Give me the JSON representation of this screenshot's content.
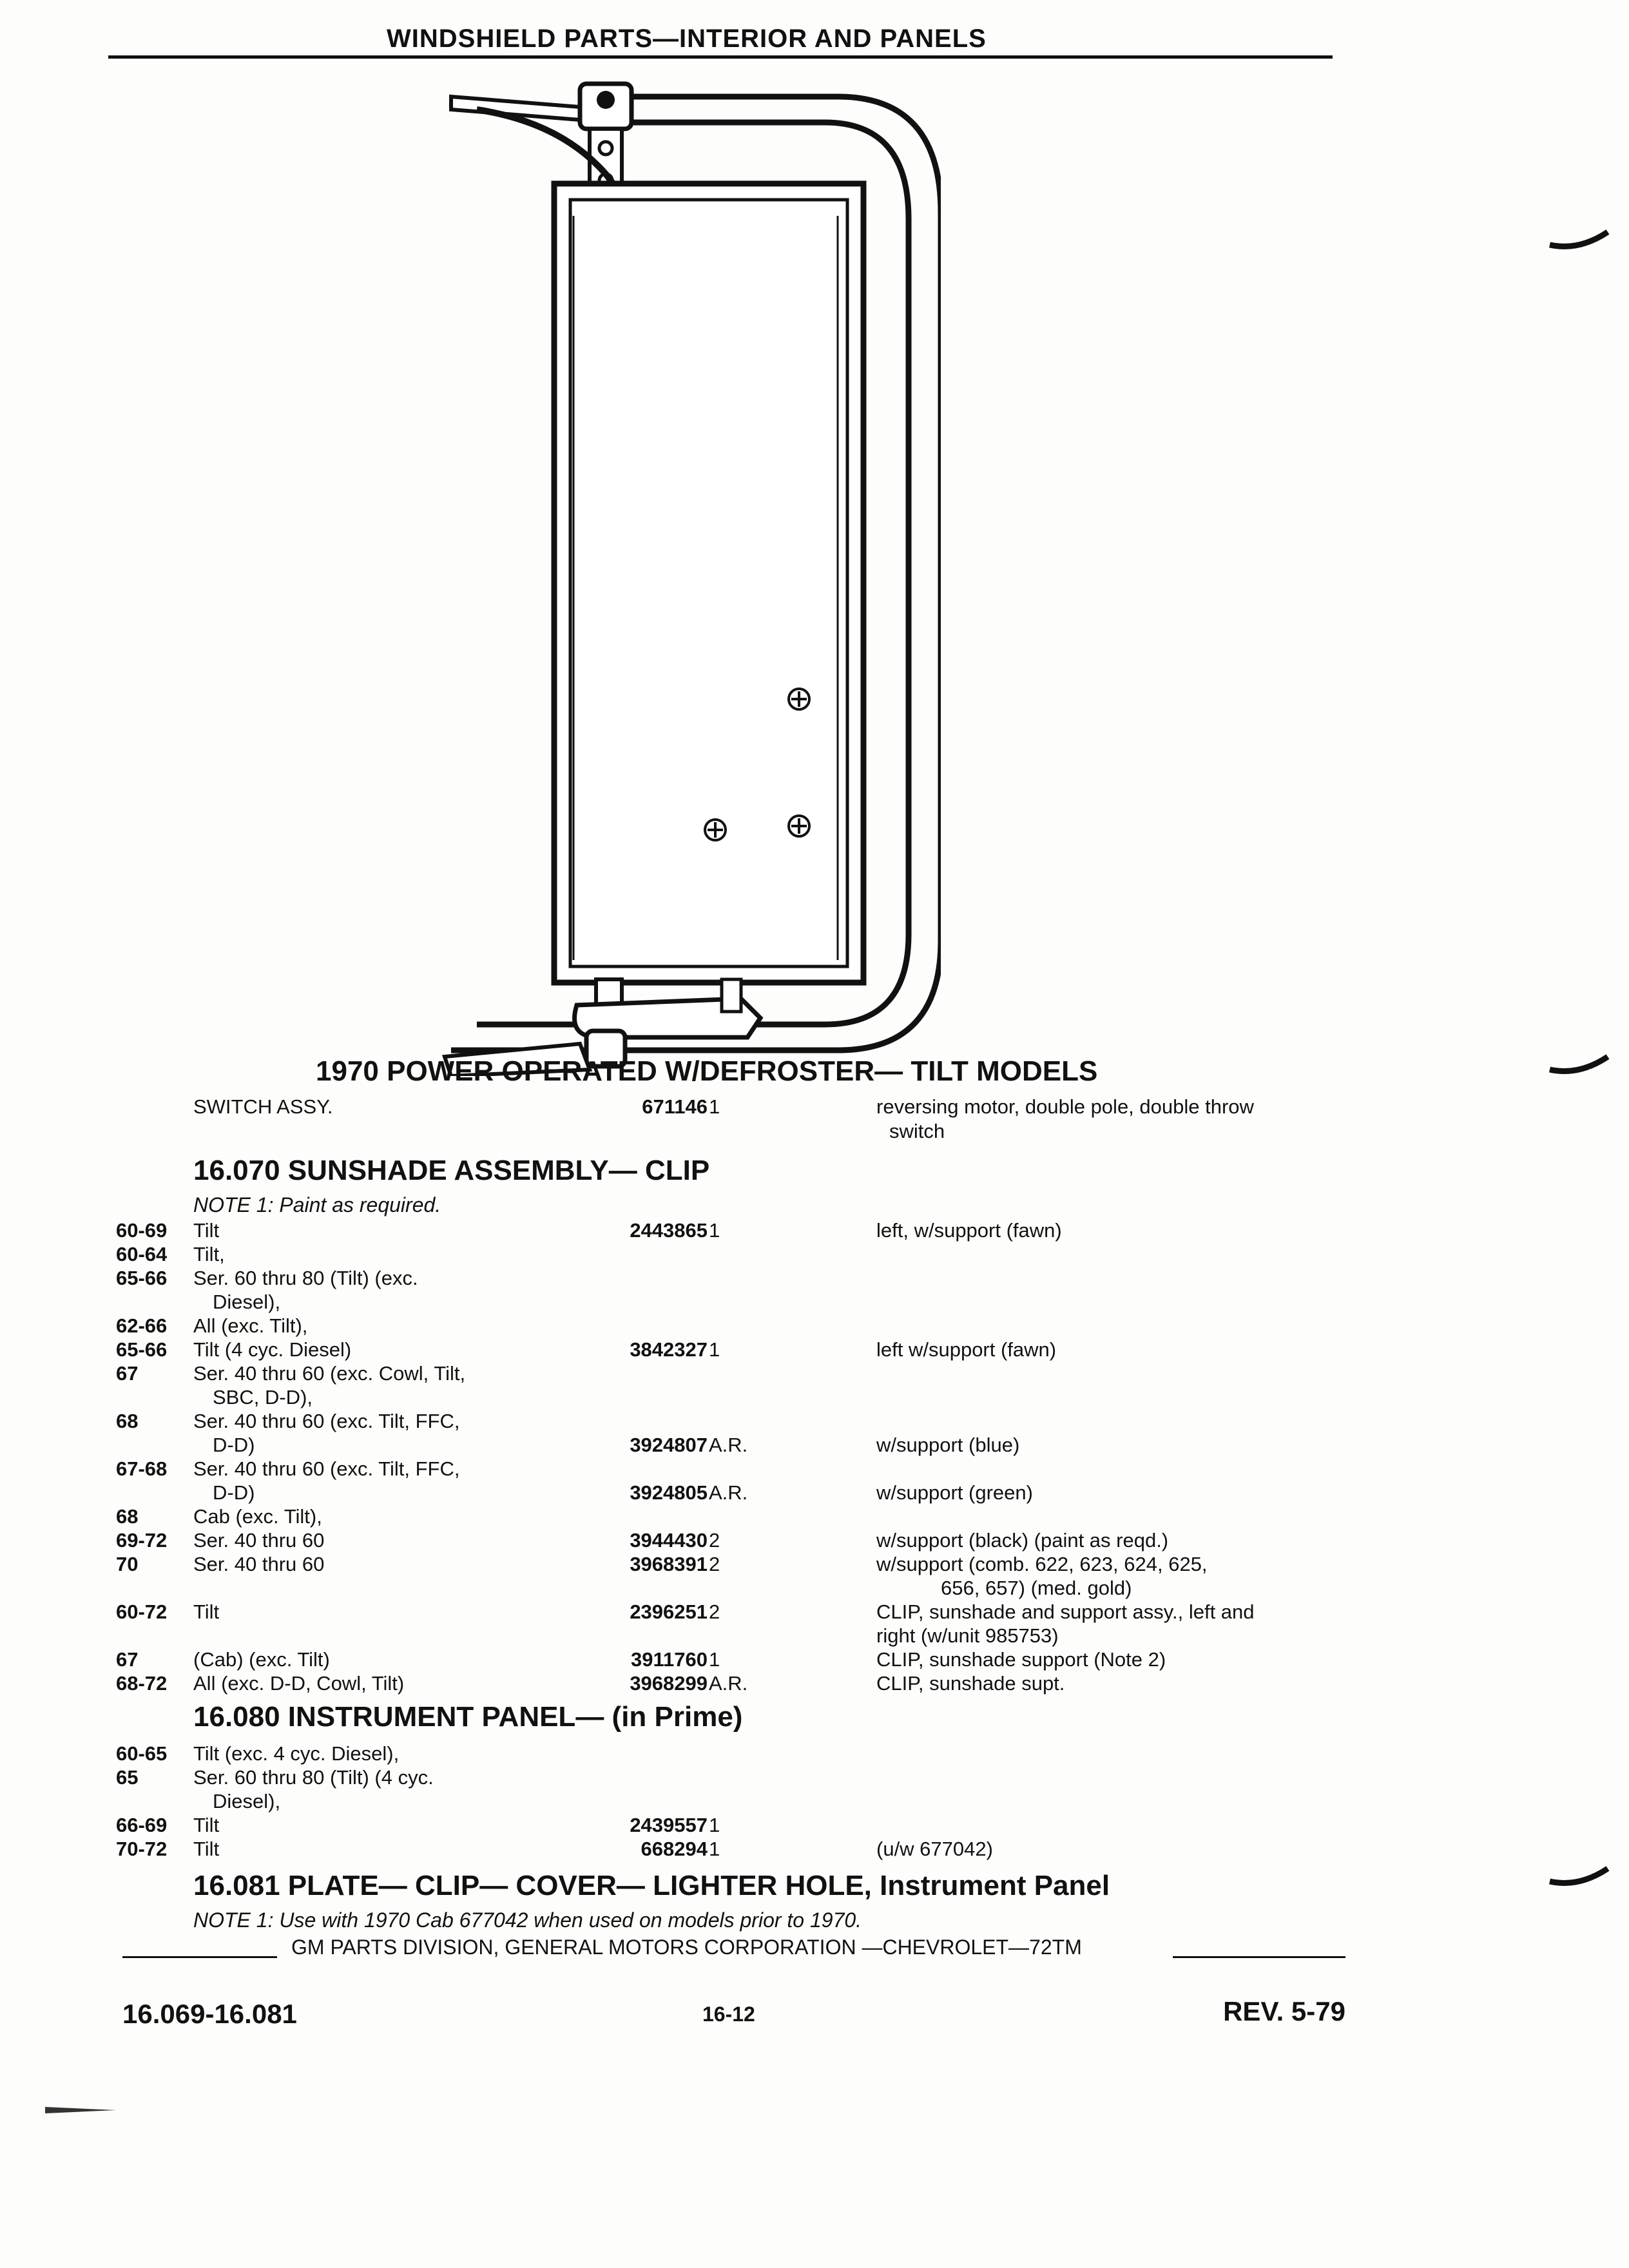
{
  "header": {
    "title": "WINDSHIELD PARTS—INTERIOR AND PANELS"
  },
  "section_1970": {
    "title": "1970 POWER OPERATED W/DEFROSTER— TILT MODELS",
    "rows": [
      {
        "desc": "SWITCH ASSY.",
        "pn": "671146",
        "qty": "1",
        "remark": "reversing motor, double pole, double throw",
        "remark2": "switch"
      }
    ]
  },
  "section_16070": {
    "title": "16.070 SUNSHADE ASSEMBLY— CLIP",
    "note": "NOTE 1: Paint as required.",
    "rows": [
      {
        "yr": "60-69",
        "desc": "Tilt",
        "pn": "2443865",
        "qty": "1",
        "remark": "left, w/support (fawn)"
      },
      {
        "yr": "60-64",
        "desc": "Tilt,",
        "pn": "",
        "qty": "",
        "remark": ""
      },
      {
        "yr": "65-66",
        "desc": "Ser. 60 thru 80 (Tilt) (exc.",
        "pn": "",
        "qty": "",
        "remark": ""
      },
      {
        "yr": "",
        "desc": "Diesel),",
        "pn": "",
        "qty": "",
        "remark": "",
        "indent": true
      },
      {
        "yr": "62-66",
        "desc": "All (exc. Tilt),",
        "pn": "",
        "qty": "",
        "remark": ""
      },
      {
        "yr": "65-66",
        "desc": "Tilt (4 cyc. Diesel)",
        "pn": "3842327",
        "qty": "1",
        "remark": "left w/support (fawn)"
      },
      {
        "yr": "67",
        "desc": "Ser. 40 thru 60 (exc. Cowl, Tilt,",
        "pn": "",
        "qty": "",
        "remark": ""
      },
      {
        "yr": "",
        "desc": "SBC, D-D),",
        "pn": "",
        "qty": "",
        "remark": "",
        "indent": true
      },
      {
        "yr": "68",
        "desc": "Ser. 40 thru 60 (exc. Tilt, FFC,",
        "pn": "",
        "qty": "",
        "remark": ""
      },
      {
        "yr": "",
        "desc": "D-D)",
        "pn": "3924807",
        "qty": "A.R.",
        "remark": "w/support (blue)",
        "indent": true
      },
      {
        "yr": "67-68",
        "desc": "Ser. 40 thru 60 (exc. Tilt, FFC,",
        "pn": "",
        "qty": "",
        "remark": ""
      },
      {
        "yr": "",
        "desc": "D-D)",
        "pn": "3924805",
        "qty": "A.R.",
        "remark": "w/support (green)",
        "indent": true
      },
      {
        "yr": "68",
        "desc": "Cab (exc. Tilt),",
        "pn": "",
        "qty": "",
        "remark": ""
      },
      {
        "yr": "69-72",
        "desc": "Ser. 40 thru 60",
        "pn": "3944430",
        "qty": "2",
        "remark": "w/support (black) (paint as reqd.)"
      },
      {
        "yr": "70",
        "desc": "Ser. 40 thru 60",
        "pn": "3968391",
        "qty": "2",
        "remark": "w/support (comb. 622, 623, 624, 625,"
      },
      {
        "yr": "",
        "desc": "",
        "pn": "",
        "qty": "",
        "remark": "656, 657) (med. gold)",
        "remark_indent": true
      },
      {
        "yr": "60-72",
        "desc": "Tilt",
        "pn": "2396251",
        "qty": "2",
        "remark": "CLIP, sunshade and support assy., left and"
      },
      {
        "yr": "",
        "desc": "",
        "pn": "",
        "qty": "",
        "remark": "right (w/unit 985753)"
      },
      {
        "yr": "67",
        "desc": "(Cab) (exc. Tilt)",
        "pn": "3911760",
        "qty": "1",
        "remark": "CLIP, sunshade support (Note 2)"
      },
      {
        "yr": "68-72",
        "desc": "All (exc. D-D, Cowl, Tilt)",
        "pn": "3968299",
        "qty": "A.R.",
        "remark": "CLIP, sunshade supt."
      }
    ]
  },
  "section_16080": {
    "title": "16.080 INSTRUMENT PANEL— (in Prime)",
    "rows": [
      {
        "yr": "60-65",
        "desc": "Tilt (exc. 4 cyc. Diesel),",
        "pn": "",
        "qty": "",
        "remark": ""
      },
      {
        "yr": "65",
        "desc": "Ser. 60 thru 80 (Tilt) (4 cyc.",
        "pn": "",
        "qty": "",
        "remark": ""
      },
      {
        "yr": "",
        "desc": "Diesel),",
        "pn": "",
        "qty": "",
        "remark": "",
        "indent": true
      },
      {
        "yr": "66-69",
        "desc": "Tilt",
        "pn": "2439557",
        "qty": "1",
        "remark": ""
      },
      {
        "yr": "70-72",
        "desc": "Tilt",
        "pn": "668294",
        "qty": "1",
        "remark": "(u/w 677042)"
      }
    ]
  },
  "section_16081": {
    "title": "16.081 PLATE— CLIP— COVER— LIGHTER HOLE, Instrument Panel",
    "note": "NOTE 1: Use with 1970 Cab 677042 when used on models prior to 1970."
  },
  "footer": {
    "division": "GM PARTS DIVISION, GENERAL MOTORS CORPORATION —CHEVROLET—72TM",
    "range": "16.069-16.081",
    "page": "16-12",
    "rev": "REV. 5-79"
  }
}
